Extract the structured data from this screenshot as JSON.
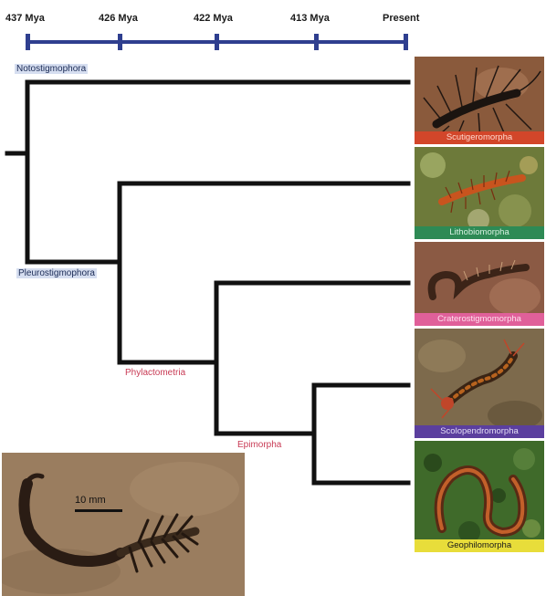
{
  "timeline": {
    "ticks": [
      "437 Mya",
      "426 Mya",
      "422 Mya",
      "413 Mya",
      "Present"
    ],
    "bar_color": "#2f3f8f"
  },
  "clades": {
    "notostigmophora": "Notostigmophora",
    "pleurostigmophora": "Pleurostigmophora",
    "phylactometria": "Phylactometria",
    "epimorpha": "Epimorpha"
  },
  "orders": [
    {
      "name": "Scutigeromorpha",
      "caption_color": "#d2462a"
    },
    {
      "name": "Lithobiomorpha",
      "caption_color": "#2e8a55"
    },
    {
      "name": "Craterostigmomorpha",
      "caption_color": "#e0609a"
    },
    {
      "name": "Scolopendromorpha",
      "caption_color": "#5b3f9e"
    },
    {
      "name": "Geophilomorpha",
      "caption_color": "#e8dd3a"
    }
  ],
  "fossil": {
    "scale_bar": "10 mm"
  },
  "colors": {
    "tree_line": "#111111",
    "clade_highlight_blue": "#d6def0",
    "clade_text_red": "#c83a54"
  }
}
